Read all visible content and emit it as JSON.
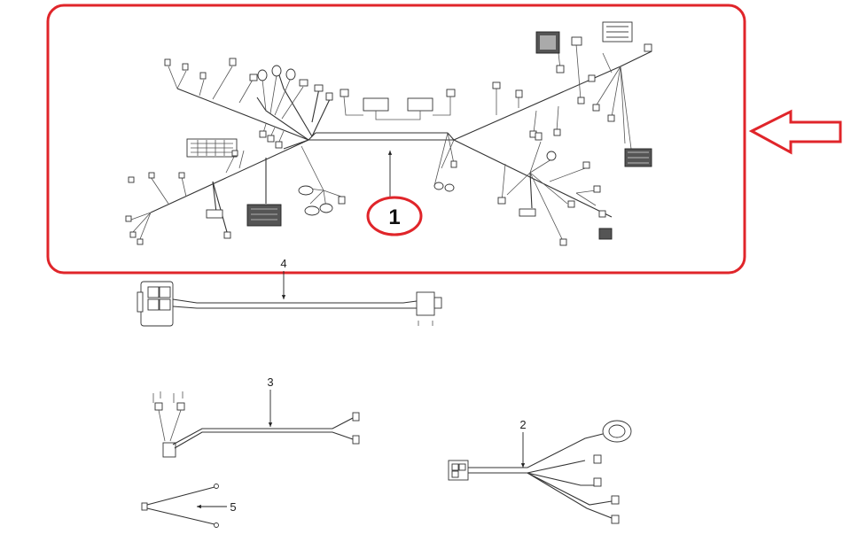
{
  "callouts": {
    "main_harness": "1",
    "harness_2": "2",
    "harness_3": "3",
    "harness_4": "4",
    "harness_5": "5"
  },
  "colors": {
    "highlight": "#e0252a",
    "line": "#333333"
  }
}
